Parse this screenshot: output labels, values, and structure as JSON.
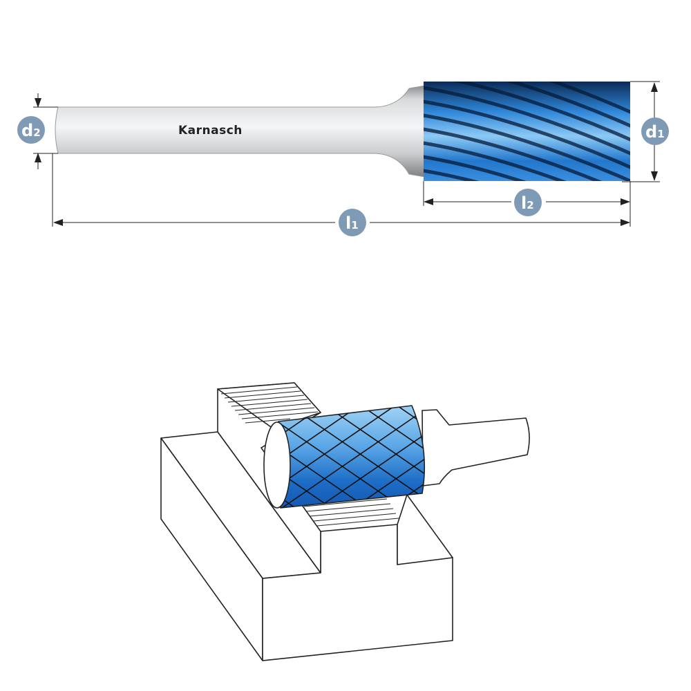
{
  "brand": {
    "logo_text": "Karnasch"
  },
  "dimensions": {
    "d2": {
      "main": "d",
      "sub": "2"
    },
    "d1": {
      "main": "d",
      "sub": "1"
    },
    "l2": {
      "main": "l",
      "sub": "2"
    },
    "l1": {
      "main": "l",
      "sub": "1"
    }
  },
  "colors": {
    "badge": "#7f9ab5",
    "cutter_blue": "#1e6fc4",
    "line": "#222222"
  }
}
